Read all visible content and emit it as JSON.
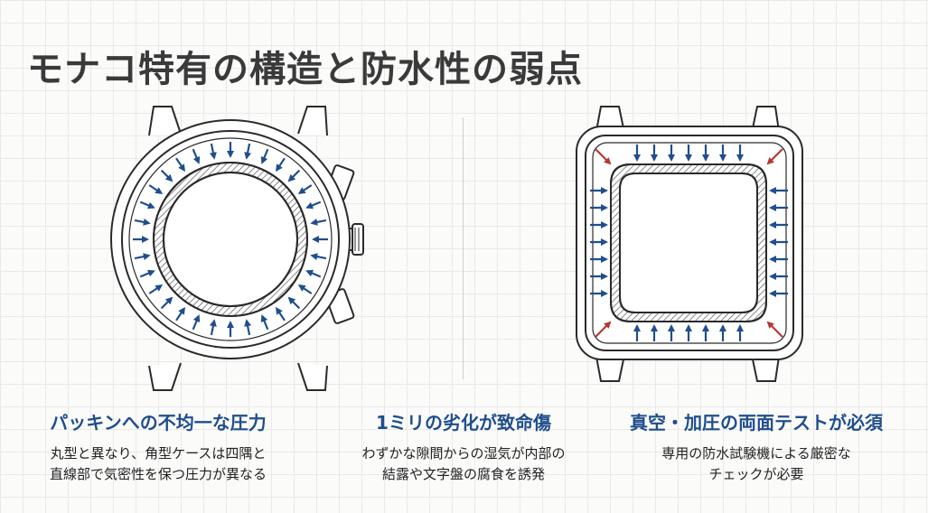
{
  "title": "モナコ特有の構造と防水性の弱点",
  "colors": {
    "uniform_pressure": "#1f4e8c",
    "corner_pressure": "#b33a34",
    "heading": "#1f4e8c"
  },
  "icons": {
    "left": "round-watch-case-icon",
    "right": "square-watch-case-icon"
  },
  "captions": [
    {
      "heading": "パッキンへの不均一な圧力",
      "lines": [
        "丸型と異なり、角型ケースは四隅と",
        "直線部で気密性を保つ圧力が異なる"
      ]
    },
    {
      "heading": "1ミリの劣化が致命傷",
      "lines": [
        "わずかな隙間からの湿気が内部の",
        "結露や文字盤の腐食を誘発"
      ]
    },
    {
      "heading": "真空・加圧の両面テストが必須",
      "lines": [
        "専用の防水試験機による厳密な",
        "チェックが必要"
      ]
    }
  ]
}
